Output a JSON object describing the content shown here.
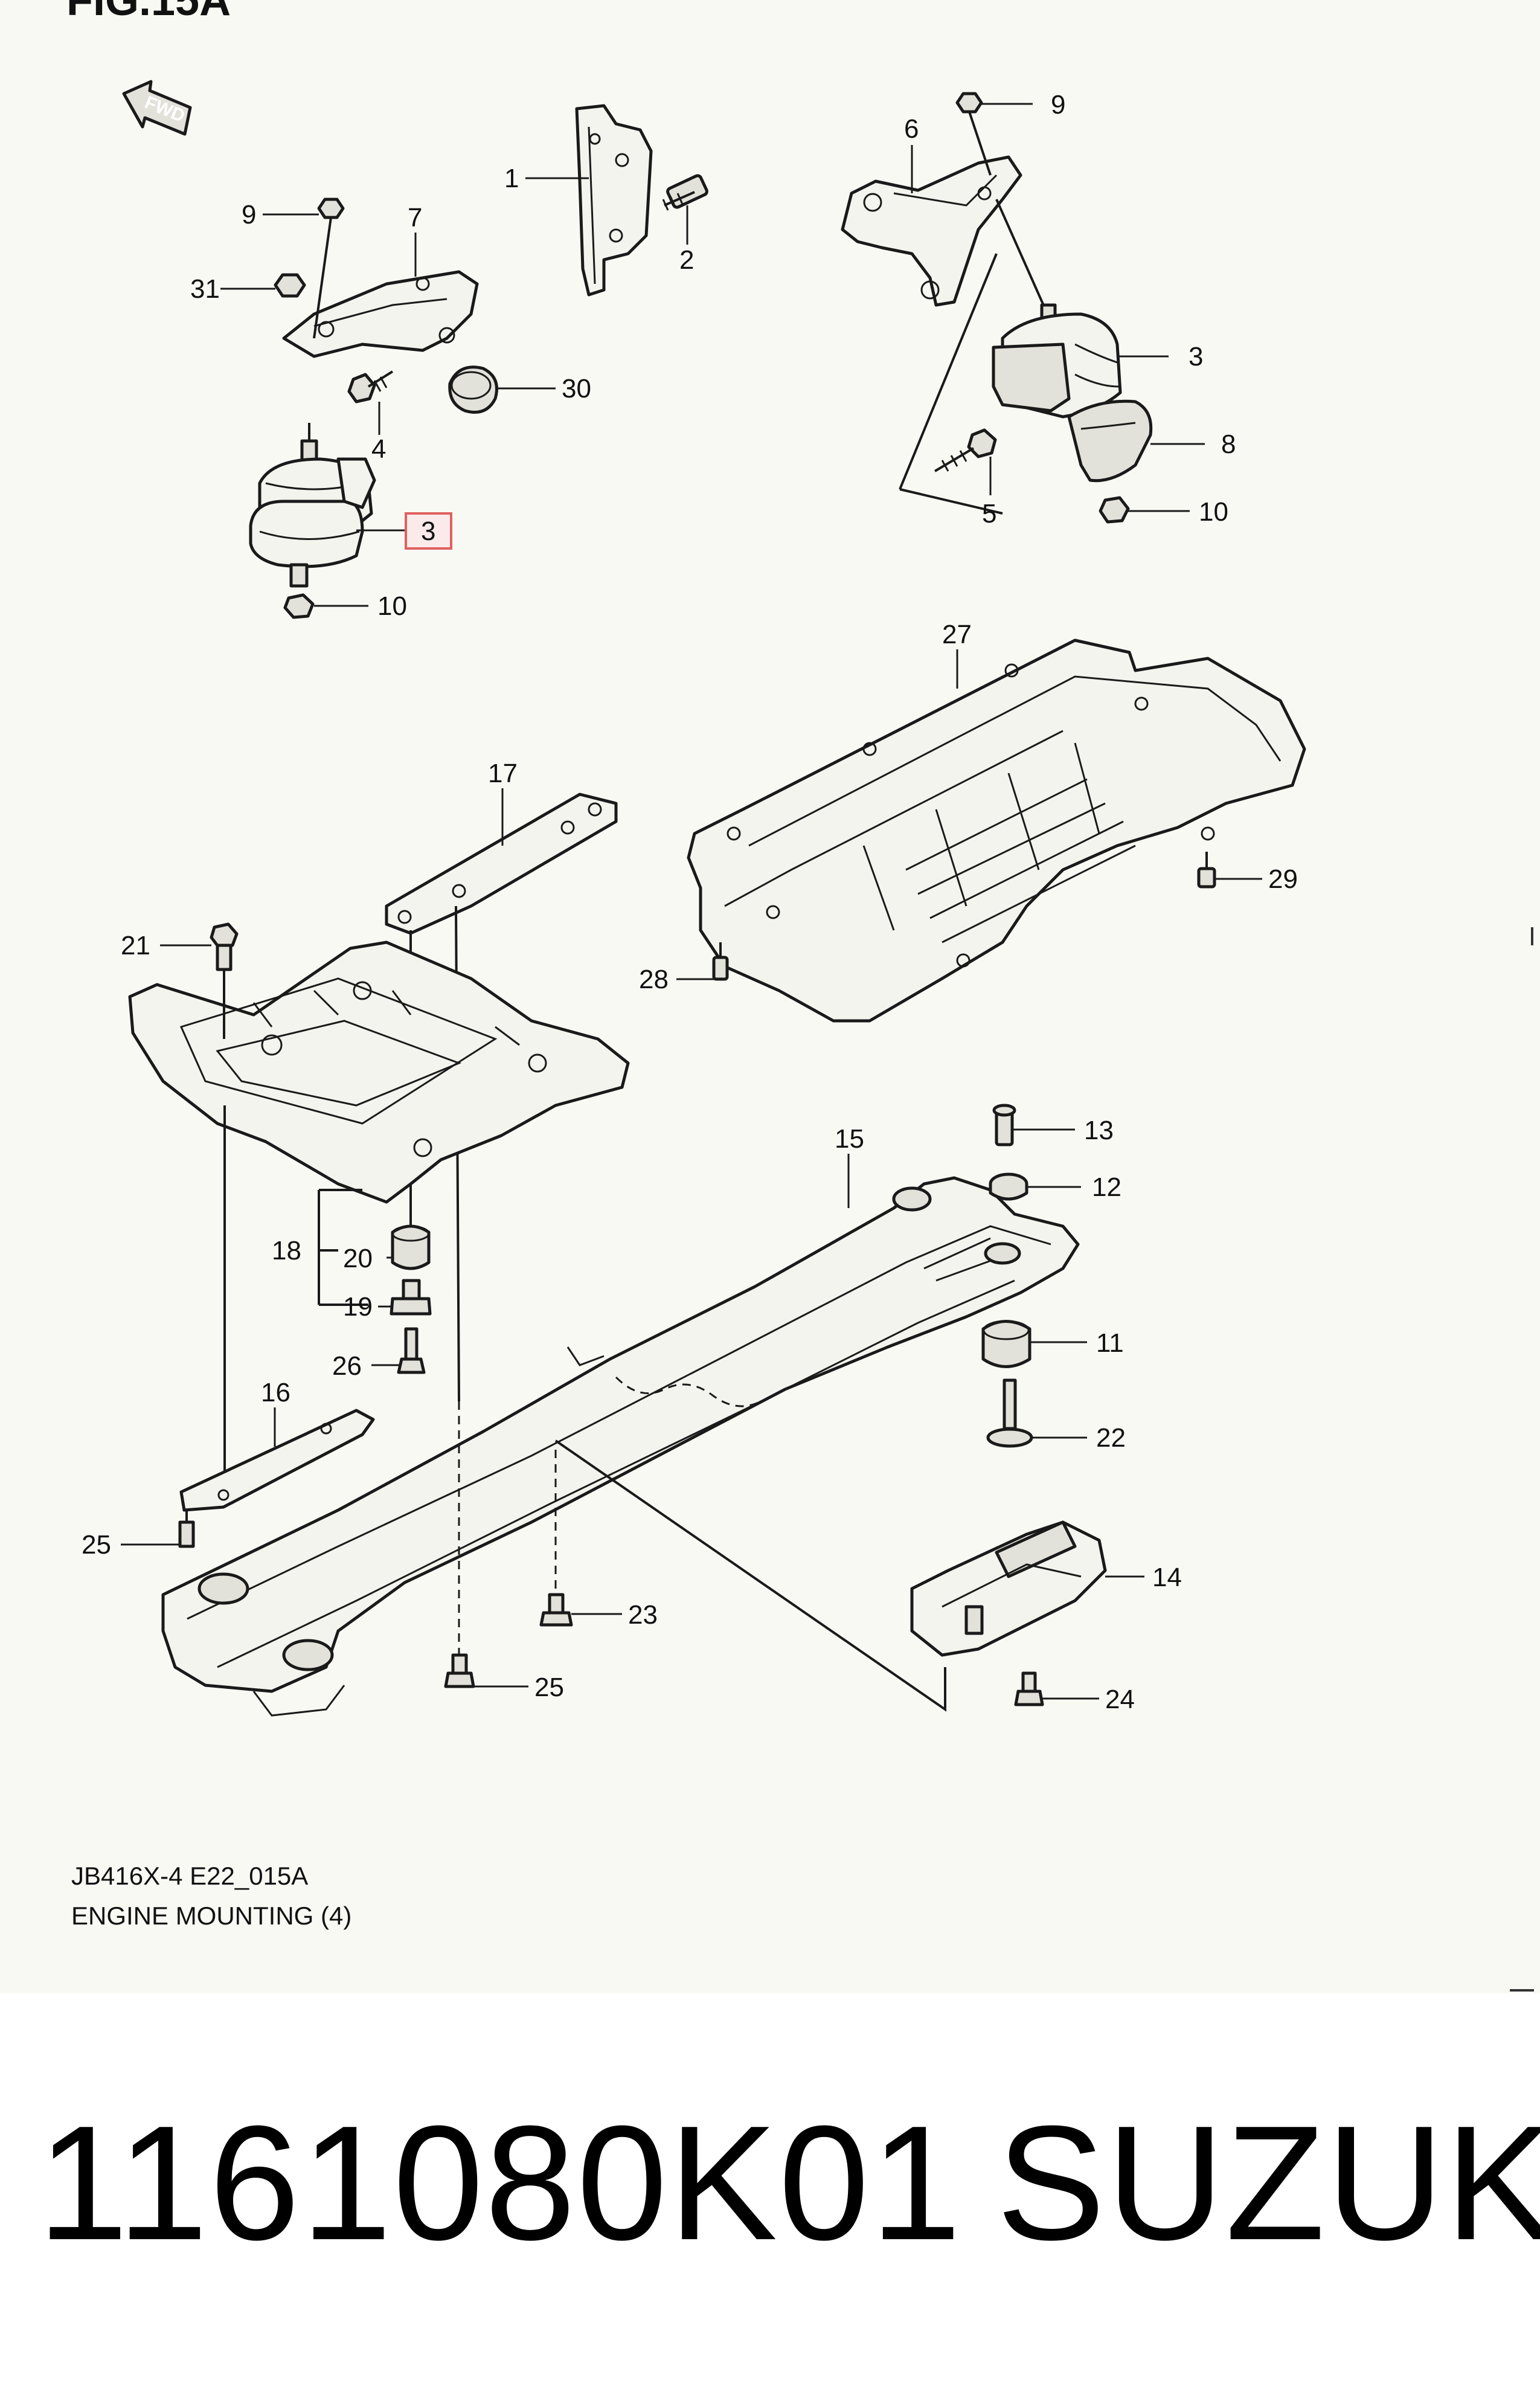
{
  "figure": {
    "title": "FIG.15A",
    "fwd_label": "FWD",
    "caption_code": "JB416X-4 E22_015A",
    "caption_title": "ENGINE MOUNTING (4)"
  },
  "callouts": [
    {
      "id": "c1",
      "label": "1"
    },
    {
      "id": "c2",
      "label": "2"
    },
    {
      "id": "c3-right",
      "label": "3"
    },
    {
      "id": "c3-highlight",
      "label": "3"
    },
    {
      "id": "c4",
      "label": "4"
    },
    {
      "id": "c5",
      "label": "5"
    },
    {
      "id": "c6",
      "label": "6"
    },
    {
      "id": "c7",
      "label": "7"
    },
    {
      "id": "c8",
      "label": "8"
    },
    {
      "id": "c9-left",
      "label": "9"
    },
    {
      "id": "c9-right",
      "label": "9"
    },
    {
      "id": "c10-left",
      "label": "10"
    },
    {
      "id": "c10-right",
      "label": "10"
    },
    {
      "id": "c11",
      "label": "11"
    },
    {
      "id": "c12",
      "label": "12"
    },
    {
      "id": "c13",
      "label": "13"
    },
    {
      "id": "c14",
      "label": "14"
    },
    {
      "id": "c15",
      "label": "15"
    },
    {
      "id": "c16",
      "label": "16"
    },
    {
      "id": "c17",
      "label": "17"
    },
    {
      "id": "c18",
      "label": "18"
    },
    {
      "id": "c19",
      "label": "19"
    },
    {
      "id": "c20",
      "label": "20"
    },
    {
      "id": "c21",
      "label": "21"
    },
    {
      "id": "c22",
      "label": "22"
    },
    {
      "id": "c23",
      "label": "23"
    },
    {
      "id": "c24",
      "label": "24"
    },
    {
      "id": "c25-top",
      "label": "25"
    },
    {
      "id": "c25-bottom",
      "label": "25"
    },
    {
      "id": "c26",
      "label": "26"
    },
    {
      "id": "c27",
      "label": "27"
    },
    {
      "id": "c28",
      "label": "28"
    },
    {
      "id": "c29",
      "label": "29"
    },
    {
      "id": "c30",
      "label": "30"
    },
    {
      "id": "c31",
      "label": "31"
    }
  ],
  "highlight_color": "#e06060",
  "product": {
    "part_number": "1161080K01",
    "brand": "SUZUKI"
  }
}
